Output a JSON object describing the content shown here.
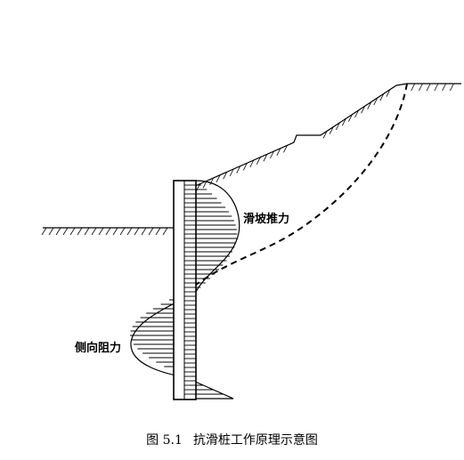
{
  "labels": {
    "sliding_thrust": "滑坡推力",
    "lateral_resistance": "侧向阻力"
  },
  "caption": {
    "figure_number": "图 5.1",
    "title": "抗滑桩工作原理示意图"
  },
  "colors": {
    "ink": "#000000",
    "background": "#ffffff"
  }
}
